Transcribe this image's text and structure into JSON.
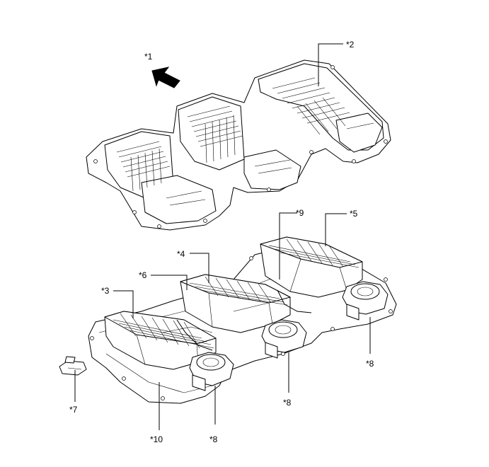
{
  "labels": {
    "l1": "*1",
    "l2": "*2",
    "l3": "*3",
    "l4": "*4",
    "l5": "*5",
    "l6": "*6",
    "l7": "*7",
    "l8a": "*8",
    "l8b": "*8",
    "l8c": "*8",
    "l9": "*9",
    "l10": "*10"
  },
  "icons": {
    "front_arrow": "front-direction-arrow-icon"
  }
}
